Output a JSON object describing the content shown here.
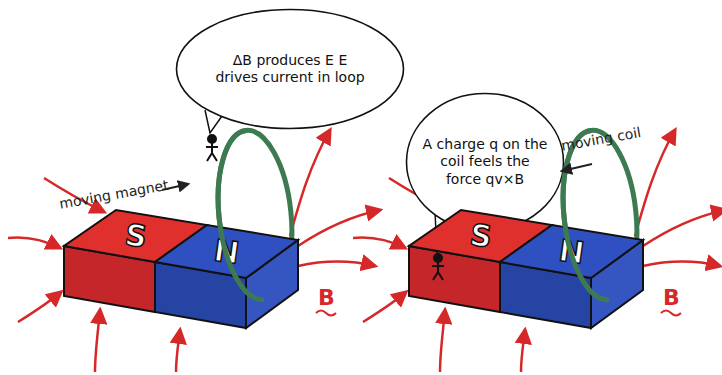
{
  "diagram": {
    "nodes": [
      {
        "text": [
          "ΔB produces E E drives current in loop"
        ]
      },
      {
        "text": [
          "S"
        ]
      },
      {
        "text": [
          "N"
        ]
      },
      {
        "text": [
          "A charge q on the coil feels the force qv×B"
        ]
      },
      {
        "text": [
          "S"
        ]
      },
      {
        "text": [
          "N"
        ]
      }
    ],
    "labels": [
      "moving magnet",
      "B",
      "moving coil",
      "B"
    ]
  }
}
